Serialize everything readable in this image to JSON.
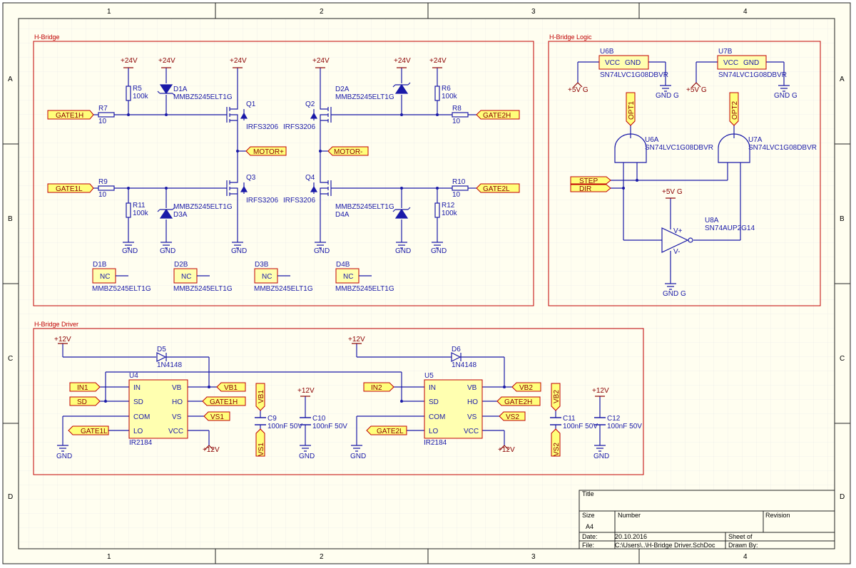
{
  "border": {
    "columns": [
      "1",
      "2",
      "3",
      "4"
    ],
    "rows": [
      "A",
      "B",
      "C",
      "D"
    ]
  },
  "sections": {
    "hbridge": "H-Bridge",
    "logic": "H-Bridge Logic",
    "driver": "H-Bridge Driver"
  },
  "power": {
    "v24": "+24V",
    "v12": "+12V",
    "v5": "+5V G",
    "gnd": "GND",
    "gndg": "GND G"
  },
  "nets": {
    "gate1h": "GATE1H",
    "gate1l": "GATE1L",
    "gate2h": "GATE2H",
    "gate2l": "GATE2L",
    "motor_p": "MOTOR+",
    "motor_n": "MOTOR-",
    "step": "STEP",
    "dir": "DIR",
    "opt1": "OPT1",
    "opt2": "OPT2",
    "in1": "IN1",
    "sd": "SD",
    "in2": "IN2",
    "vb1": "VB1",
    "vs1": "VS1",
    "vb2": "VB2",
    "vs2": "VS2"
  },
  "parts": {
    "r5": "R5",
    "r5v": "100k",
    "r6": "R6",
    "r6v": "100k",
    "r7": "R7",
    "r7v": "10",
    "r8": "R8",
    "r8v": "10",
    "r9": "R9",
    "r9v": "10",
    "r10": "R10",
    "r10v": "10",
    "r11": "R11",
    "r11v": "100k",
    "r12": "R12",
    "r12v": "100k",
    "d1a": "D1A",
    "d2a": "D2A",
    "d3a": "D3A",
    "d4a": "D4A",
    "d1b": "D1B",
    "d2b": "D2B",
    "d3b": "D3B",
    "d4b": "D4B",
    "zener": "MMBZ5245ELT1G",
    "q1": "Q1",
    "q2": "Q2",
    "q3": "Q3",
    "q4": "Q4",
    "mosfet": "IRFS3206",
    "nc": "NC",
    "u6b": "U6B",
    "u7b": "U7B",
    "u6a": "U6A",
    "u7a": "U7A",
    "gate_ic": "SN74LVC1G08DBVR",
    "u8a": "U8A",
    "buf_ic": "SN74AUP2G14",
    "vcc": "VCC",
    "gndpin": "GND",
    "u4": "U4",
    "u5": "U5",
    "drv_ic": "IR2184",
    "d5": "D5",
    "d6": "D6",
    "diode": "1N4148",
    "c9": "C9",
    "c10": "C10",
    "c11": "C11",
    "c12": "C12",
    "cap": "100nF 50V",
    "p_in": "IN",
    "p_sd": "SD",
    "p_com": "COM",
    "p_lo": "LO",
    "p_vb": "VB",
    "p_ho": "HO",
    "p_vs": "VS",
    "p_vcc": "VCC",
    "vplus": "V+",
    "vminus": "V-"
  },
  "title_block": {
    "title": "Title",
    "size": "Size",
    "size_val": "A4",
    "number": "Number",
    "revision": "Revision",
    "date": "Date:",
    "date_val": "20.10.2016",
    "file": "File:",
    "file_val": "C:\\Users\\..\\H-Bridge Driver.SchDoc",
    "sheet": "Sheet    of",
    "drawn": "Drawn By:"
  }
}
